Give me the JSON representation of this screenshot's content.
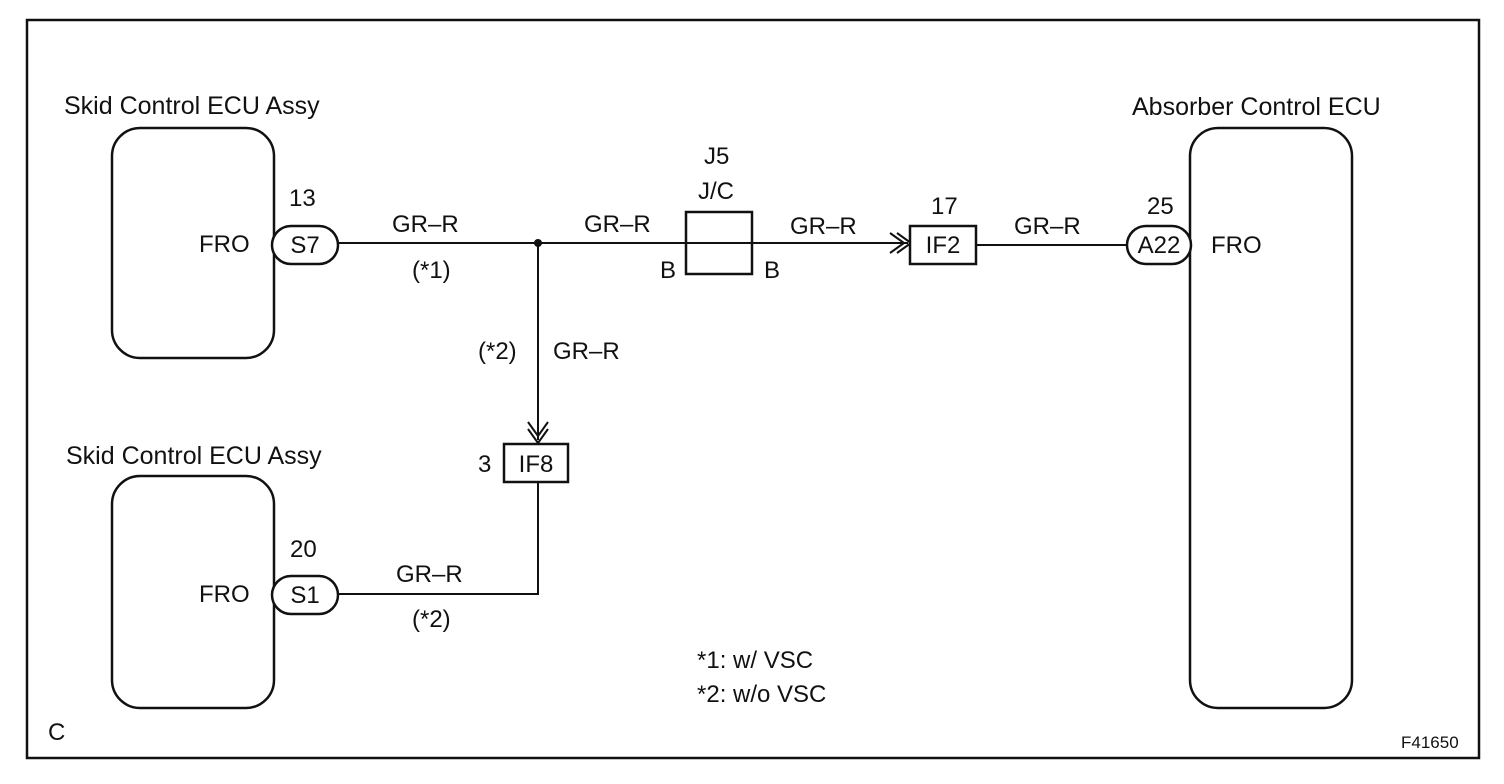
{
  "components": {
    "ecu_top_left": {
      "title": "Skid Control ECU Assy",
      "terminal": "FRO",
      "pin": "13",
      "connector": "S7"
    },
    "ecu_bottom_left": {
      "title": "Skid Control ECU Assy",
      "terminal": "FRO",
      "pin": "20",
      "connector": "S1"
    },
    "ecu_right": {
      "title": "Absorber Control ECU",
      "terminal": "FRO",
      "pin": "25",
      "connector": "A22"
    }
  },
  "junction": {
    "name": "J5",
    "type": "J/C",
    "pin_left": "B",
    "pin_right": "B"
  },
  "connectors": {
    "if2": {
      "pin": "17",
      "name": "IF2"
    },
    "if8": {
      "pin": "3",
      "name": "IF8"
    }
  },
  "wires": {
    "w1": {
      "color": "GR–R",
      "note": "(*1)"
    },
    "w2": {
      "color": "GR–R"
    },
    "w3": {
      "color": "GR–R"
    },
    "w4": {
      "color": "GR–R"
    },
    "w5": {
      "color": "GR–R",
      "note": "(*2)"
    },
    "w6": {
      "color": "GR–R",
      "note": "(*2)"
    }
  },
  "legend": {
    "note1": "*1: w/ VSC",
    "note2": "*2: w/o VSC"
  },
  "corner_label": "C",
  "figure_code": "F41650"
}
